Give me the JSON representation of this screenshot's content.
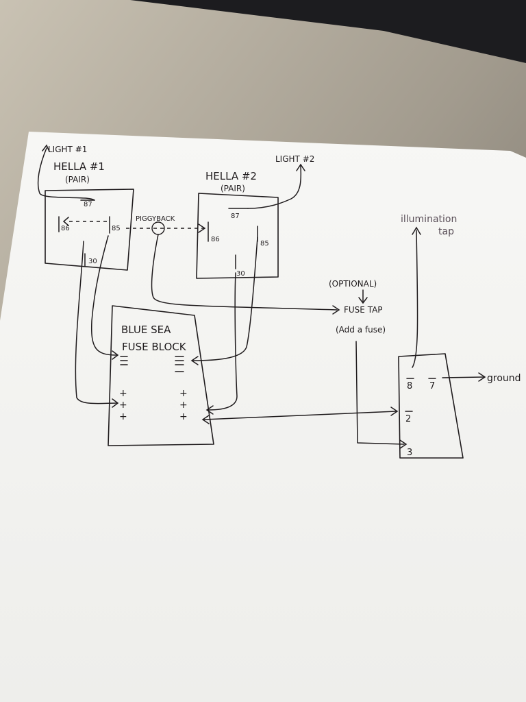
{
  "labels": {
    "light1": "LIGHT #1",
    "hella1": "HELLA #1",
    "hella1_pair": "(PAIR)",
    "light2": "LIGHT #2",
    "hella2": "HELLA #2",
    "hella2_pair": "(PAIR)",
    "piggyback": "PIGGYBACK",
    "illumination_line1": "illumination",
    "illumination_line2": "tap",
    "optional": "(OPTIONAL)",
    "fuse_tap": "FUSE TAP",
    "add_a_fuse": "(Add a fuse)",
    "fuse_block_line1": "BLUE SEA",
    "fuse_block_line2": "FUSE BLOCK",
    "ground": "ground"
  },
  "pins": {
    "h1_87": "87",
    "h1_86": "86",
    "h1_85": "85",
    "h1_30": "30",
    "h2_87": "87",
    "h2_86": "86",
    "h2_85": "85",
    "h2_30": "30",
    "conn_8": "8",
    "conn_7": "7",
    "conn_2": "2",
    "conn_3": "3"
  },
  "fuse_block": {
    "neg_symbol": "−",
    "pos_symbol": "+"
  },
  "colors": {
    "ink": "#1f1b1d",
    "paper": "#f4f4f2",
    "desk": "#8f8a80"
  }
}
